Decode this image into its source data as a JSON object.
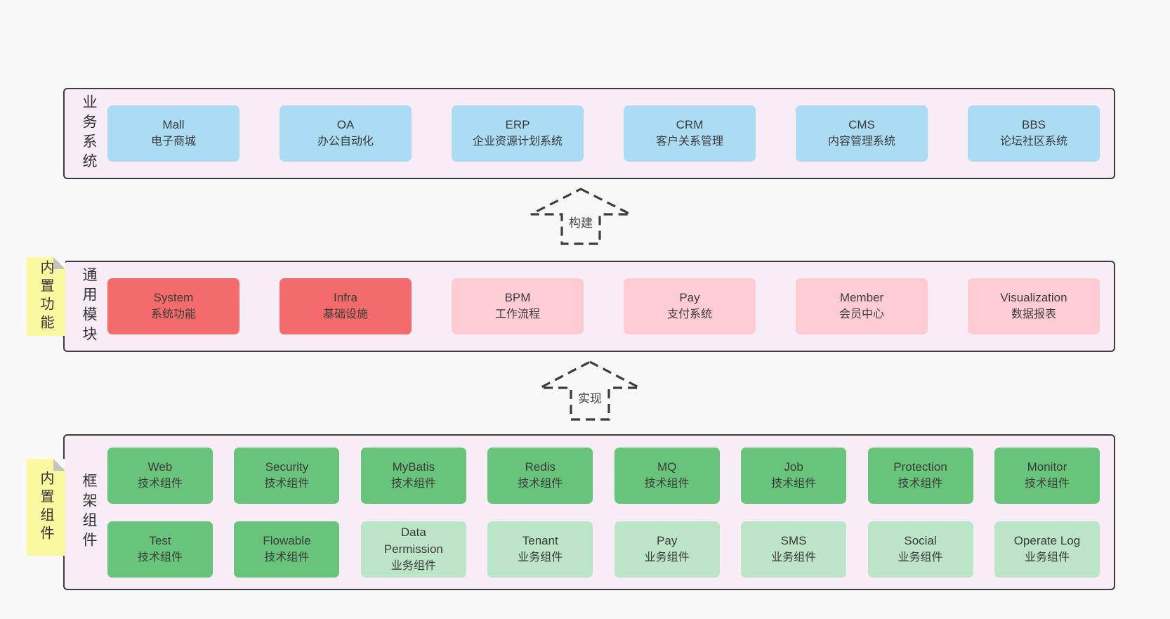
{
  "page": {
    "background": "#f8f8f8"
  },
  "palette": {
    "band_background": "#f8edf6",
    "band_border": "#3c3c3c",
    "business_box_blue": "#abdcf4",
    "module_core_red": "#f46b6b",
    "module_pink": "#ffccd4",
    "tech_component_green": "#69c47b",
    "biz_component_light_green": "#bce4c6",
    "sticky_yellow": "#fbf9a0",
    "text": "#3b3b3b"
  },
  "arrows": [
    {
      "label": "构建"
    },
    {
      "label": "实现"
    }
  ],
  "stickies": [
    {
      "label": "内置功能"
    },
    {
      "label": "内置组件"
    }
  ],
  "bands": {
    "business": {
      "label": "业务系统",
      "boxes": [
        {
          "title": "Mall",
          "subtitle": "电子商城"
        },
        {
          "title": "OA",
          "subtitle": "办公自动化"
        },
        {
          "title": "ERP",
          "subtitle": "企业资源计划系统"
        },
        {
          "title": "CRM",
          "subtitle": "客户关系管理"
        },
        {
          "title": "CMS",
          "subtitle": "内容管理系统"
        },
        {
          "title": "BBS",
          "subtitle": "论坛社区系统"
        }
      ]
    },
    "modules": {
      "label": "通用模块",
      "boxes": [
        {
          "title": "System",
          "subtitle": "系统功能"
        },
        {
          "title": "Infra",
          "subtitle": "基础设施"
        },
        {
          "title": "BPM",
          "subtitle": "工作流程"
        },
        {
          "title": "Pay",
          "subtitle": "支付系统"
        },
        {
          "title": "Member",
          "subtitle": "会员中心"
        },
        {
          "title": "Visualization",
          "subtitle": "数据报表"
        }
      ]
    },
    "framework": {
      "label": "框架组件",
      "rows": [
        [
          {
            "title": "Web",
            "subtitle": "技术组件"
          },
          {
            "title": "Security",
            "subtitle": "技术组件"
          },
          {
            "title": "MyBatis",
            "subtitle": "技术组件"
          },
          {
            "title": "Redis",
            "subtitle": "技术组件"
          },
          {
            "title": "MQ",
            "subtitle": "技术组件"
          },
          {
            "title": "Job",
            "subtitle": "技术组件"
          },
          {
            "title": "Protection",
            "subtitle": "技术组件"
          },
          {
            "title": "Monitor",
            "subtitle": "技术组件"
          }
        ],
        [
          {
            "title": "Test",
            "subtitle": "技术组件"
          },
          {
            "title": "Flowable",
            "subtitle": "技术组件"
          },
          {
            "title": "Data Permission",
            "subtitle": "业务组件"
          },
          {
            "title": "Tenant",
            "subtitle": "业务组件"
          },
          {
            "title": "Pay",
            "subtitle": "业务组件"
          },
          {
            "title": "SMS",
            "subtitle": "业务组件"
          },
          {
            "title": "Social",
            "subtitle": "业务组件"
          },
          {
            "title": "Operate Log",
            "subtitle": "业务组件"
          }
        ]
      ]
    }
  }
}
